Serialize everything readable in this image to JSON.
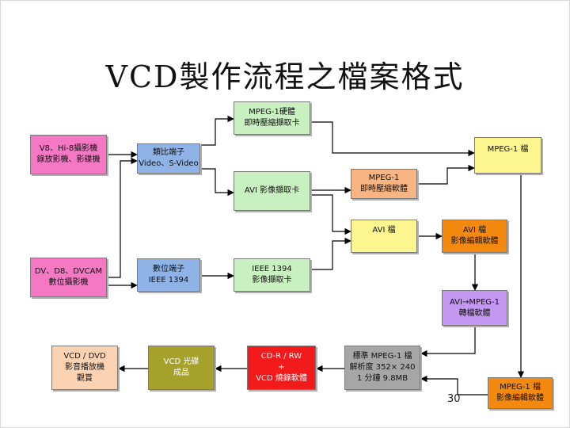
{
  "title": "VCD製作流程之檔案格式",
  "page_number": "30",
  "nodes": {
    "analog_source": [
      "V8、Hi-8攝影機",
      "錄放影機、影碟機"
    ],
    "analog_port": [
      "類比端子",
      "Video、S-Video"
    ],
    "mpeg1_hw_card": [
      "MPEG-1硬體",
      "即時壓縮擷取卡"
    ],
    "avi_capture_card": [
      "AVI 影像擷取卡"
    ],
    "mpeg1_realtime_sw": [
      "MPEG-1",
      "即時壓縮軟體"
    ],
    "mpeg1_file": [
      "MPEG-1 檔"
    ],
    "dv_source": [
      "DV、D8、DVCAM",
      "數位攝影機"
    ],
    "digital_port": [
      "數位端子",
      "IEEE 1394"
    ],
    "ieee1394_card": [
      "IEEE 1394",
      "影像擷取卡"
    ],
    "avi_file": [
      "AVI 檔"
    ],
    "avi_edit_sw": [
      "AVI 檔",
      "影像編輯軟體"
    ],
    "avi_to_mpeg": [
      "AVI→MPEG-1",
      "轉檔軟體"
    ],
    "standard_mpeg1": [
      "標準 MPEG-1 檔",
      "解析度 352× 240",
      "1 分鐘 9.8MB"
    ],
    "mpeg1_edit_sw": [
      "MPEG-1 檔",
      "影像編輯軟體"
    ],
    "cdr_burn": [
      "CD-R / RW",
      "+",
      "VCD 燒錄軟體"
    ],
    "vcd_disc": [
      "VCD 光碟",
      "成品"
    ],
    "vcd_player": [
      "VCD / DVD",
      "影音播放機",
      "觀賞"
    ]
  }
}
